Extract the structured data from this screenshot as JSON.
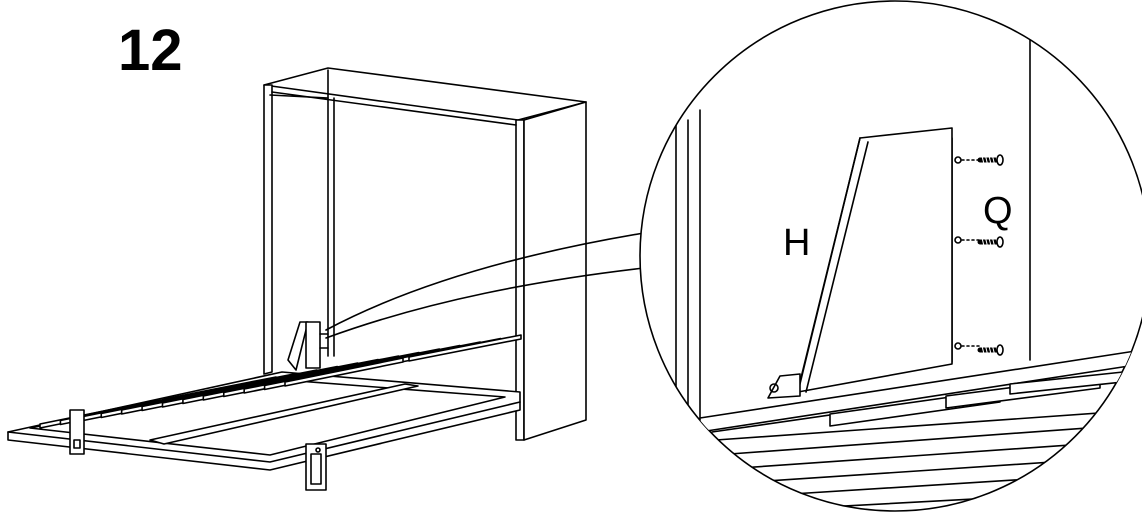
{
  "step": {
    "number": "12"
  },
  "callout": {
    "part_label": "H",
    "screw_label": "Q"
  },
  "colors": {
    "line": "#000000",
    "background": "#ffffff"
  }
}
